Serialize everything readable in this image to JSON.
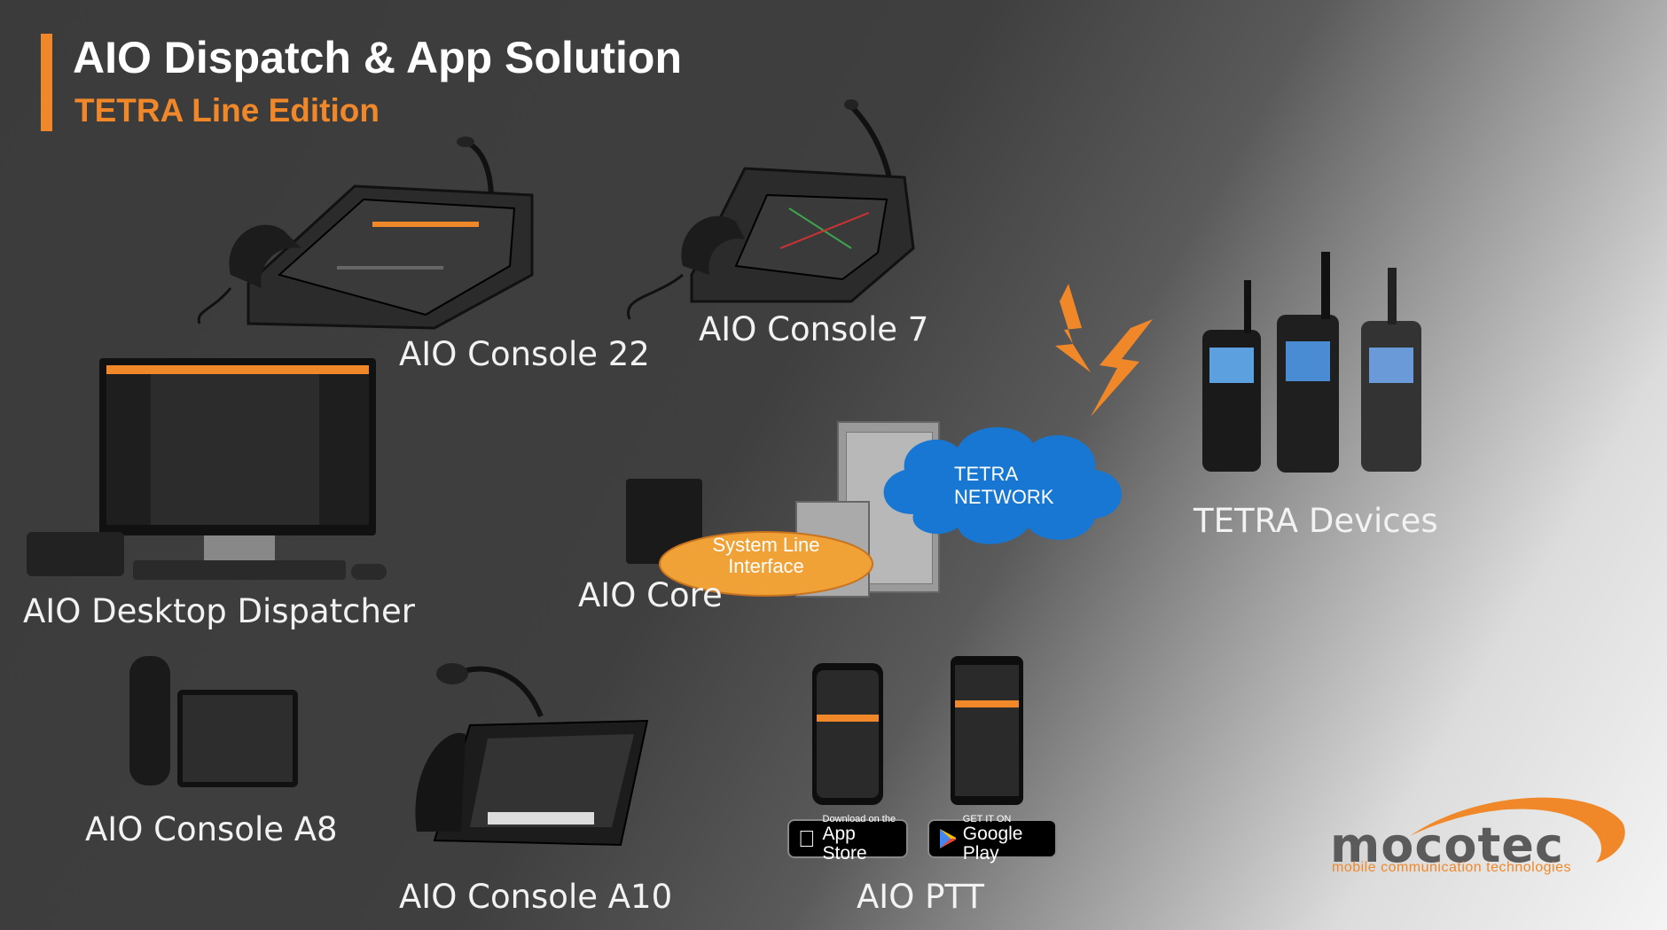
{
  "header": {
    "title": "AIO Dispatch & App Solution",
    "subtitle": "TETRA Line Edition"
  },
  "products": {
    "console22": "AIO Console 22",
    "console7": "AIO Console 7",
    "desktop": "AIO Desktop Dispatcher",
    "core": "AIO Core",
    "console_a8": "AIO Console A8",
    "console_a10": "AIO Console A10",
    "ptt": "AIO PTT",
    "tetra_devices": "TETRA Devices"
  },
  "network": {
    "cloud_line1": "TETRA",
    "cloud_line2": "NETWORK",
    "sli_line1": "System Line",
    "sli_line2": "Interface"
  },
  "badges": {
    "appstore_small": "Download on the",
    "appstore_big": "App Store",
    "googleplay_small": "GET IT ON",
    "googleplay_big": "Google Play"
  },
  "logo": {
    "name": "mocotec",
    "tagline": "mobile communication technologies"
  },
  "colors": {
    "accent": "#f0882a",
    "cloud": "#1877d2",
    "bolt": "#f0882a"
  }
}
